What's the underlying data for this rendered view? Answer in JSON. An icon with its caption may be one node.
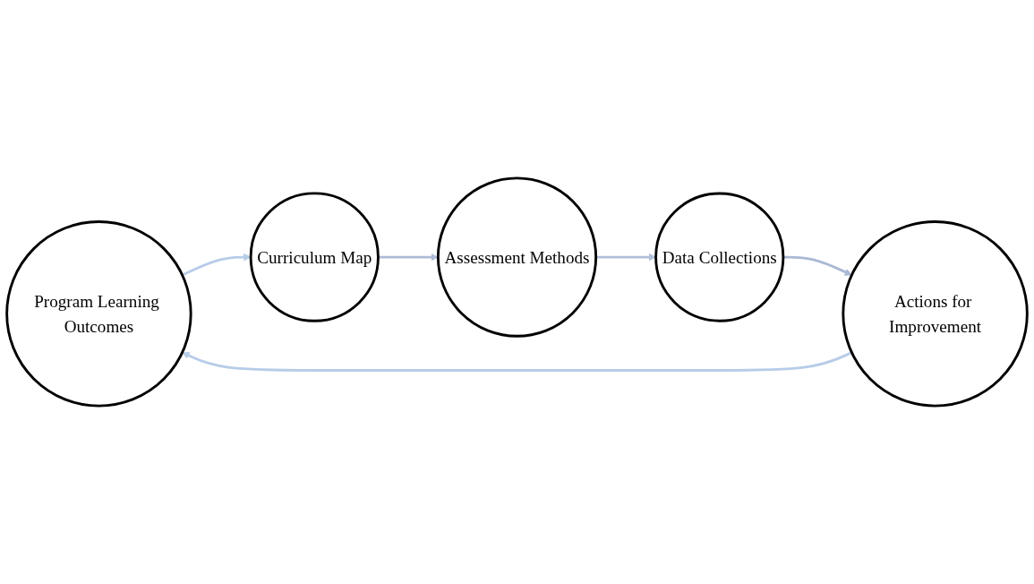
{
  "diagram": {
    "nodes": [
      {
        "text": [
          "Program Learning Outcomes"
        ]
      },
      {
        "text": [
          "Actions for Improvement"
        ]
      },
      {
        "text": [
          "Curriculum Map"
        ]
      },
      {
        "text": [
          "Data Collections"
        ]
      },
      {
        "text": [
          "Assessment Methods"
        ]
      }
    ],
    "edges": [
      {
        "from": 1,
        "to": 0,
        "arrow": "to",
        "color": "#b7cce8"
      },
      {
        "from": 0,
        "to": 2,
        "arrow": "to",
        "color": "#b7cce8"
      },
      {
        "from": 2,
        "to": 4,
        "arrow": "to",
        "color": "#aebad6"
      },
      {
        "from": 4,
        "to": 3,
        "arrow": "to",
        "color": "#b2bfd9"
      },
      {
        "from": 3,
        "to": 1,
        "arrow": "to",
        "color": "#aab9d4"
      }
    ]
  }
}
